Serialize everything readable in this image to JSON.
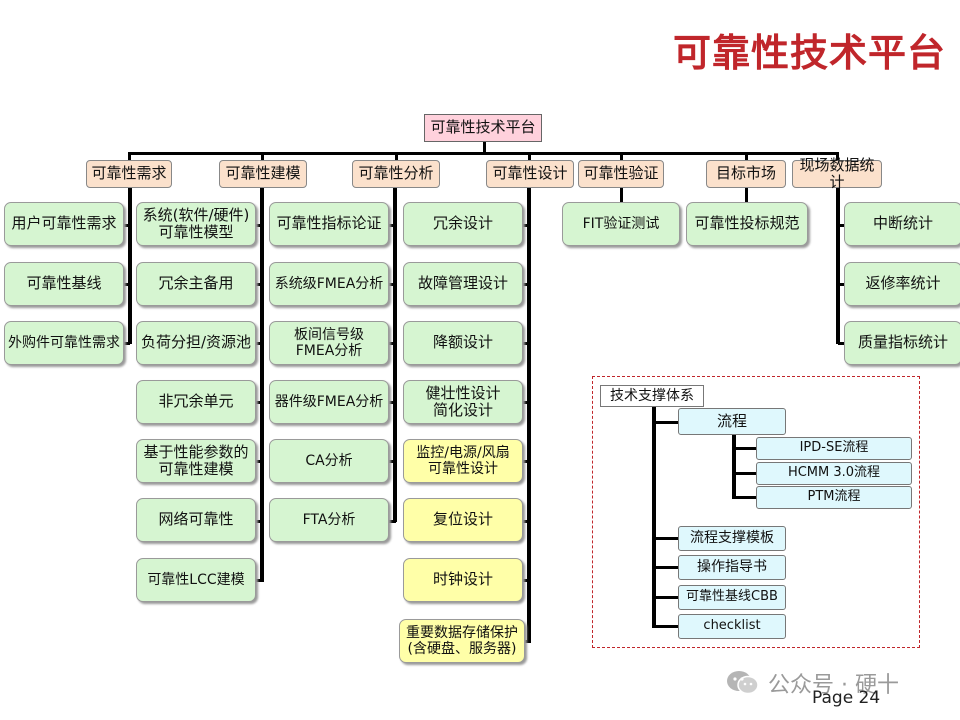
{
  "title": "可靠性技术平台",
  "root": "可靠性技术平台",
  "categories": [
    "可靠性需求",
    "可靠性建模",
    "可靠性分析",
    "可靠性设计",
    "可靠性验证",
    "目标市场",
    "现场数据统计"
  ],
  "col_needs": [
    "用户可靠性需求",
    "可靠性基线",
    "外购件可靠性需求"
  ],
  "col_model": [
    "系统(软件/硬件)\n可靠性模型",
    "冗余主备用",
    "负荷分担/资源池",
    "非冗余单元",
    "基于性能参数的\n可靠性建模",
    "网络可靠性",
    "可靠性LCC建模"
  ],
  "col_analysis": [
    "可靠性指标论证",
    "系统级FMEA分析",
    "板间信号级\nFMEA分析",
    "器件级FMEA分析",
    "CA分析",
    "FTA分析"
  ],
  "col_design": [
    "冗余设计",
    "故障管理设计",
    "降额设计",
    "健壮性设计\n简化设计",
    "监控/电源/风扇\n可靠性设计",
    "复位设计",
    "时钟设计",
    "重要数据存储保护\n(含硬盘、服务器)"
  ],
  "col_verify": [
    "FIT验证测试"
  ],
  "col_market": [
    "可靠性投标规范"
  ],
  "col_field": [
    "中断统计",
    "返修率统计",
    "质量指标统计"
  ],
  "support": {
    "head": "技术支撑体系",
    "process": "流程",
    "sub_process": [
      "IPD-SE流程",
      "HCMM 3.0流程",
      "PTM流程"
    ],
    "others": [
      "流程支撑模板",
      "操作指导书",
      "可靠性基线CBB",
      "checklist"
    ]
  },
  "watermark": "公众号 · 硬十",
  "footer": "Page 24",
  "colors": {
    "title": "#c0262b",
    "root": "#ffd1dc",
    "category": "#fbe1cc",
    "item": "#d6f5d1",
    "highlight": "#ffffa8",
    "support": "#dff8fd"
  }
}
